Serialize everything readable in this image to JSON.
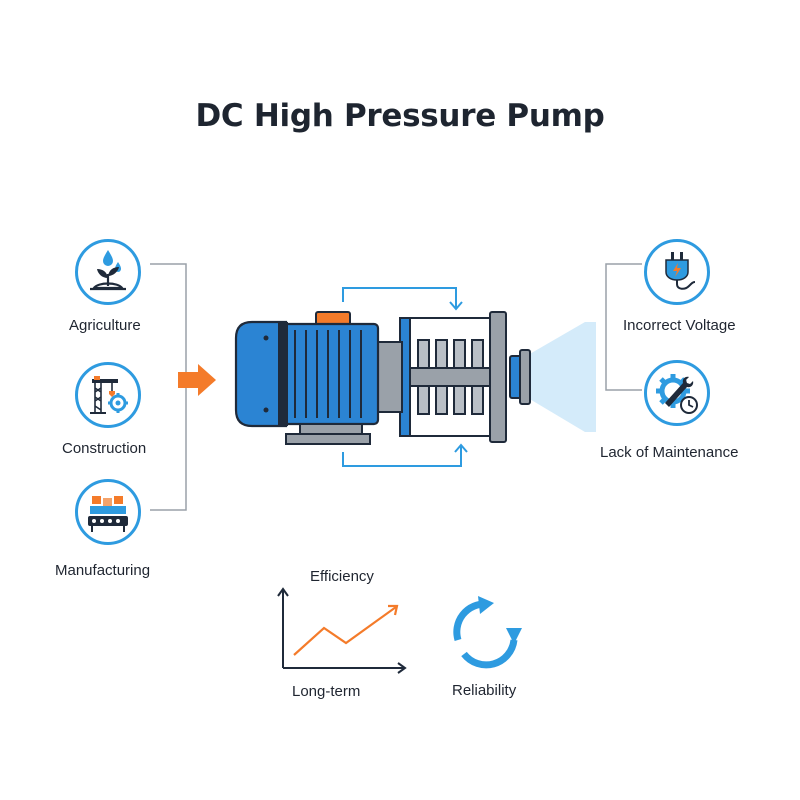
{
  "title": "DC High Pressure Pump",
  "applications": [
    {
      "label": "Agriculture",
      "icon": "plant-water-icon"
    },
    {
      "label": "Construction",
      "icon": "crane-gear-icon"
    },
    {
      "label": "Manufacturing",
      "icon": "conveyor-boxes-icon"
    }
  ],
  "issues": [
    {
      "label": "Incorrect Voltage",
      "icon": "power-plug-icon"
    },
    {
      "label": "Lack of Maintenance",
      "icon": "gear-wrench-clock-icon"
    }
  ],
  "benefits": {
    "efficiency_label": "Efficiency",
    "longterm_label": "Long-term",
    "reliability_label": "Reliability"
  },
  "colors": {
    "accent_blue": "#2e9be0",
    "motor_blue": "#2b84d3",
    "orange": "#f47b2a",
    "steel_gray": "#9aa1a9",
    "dark_navy": "#1f2a3a"
  }
}
